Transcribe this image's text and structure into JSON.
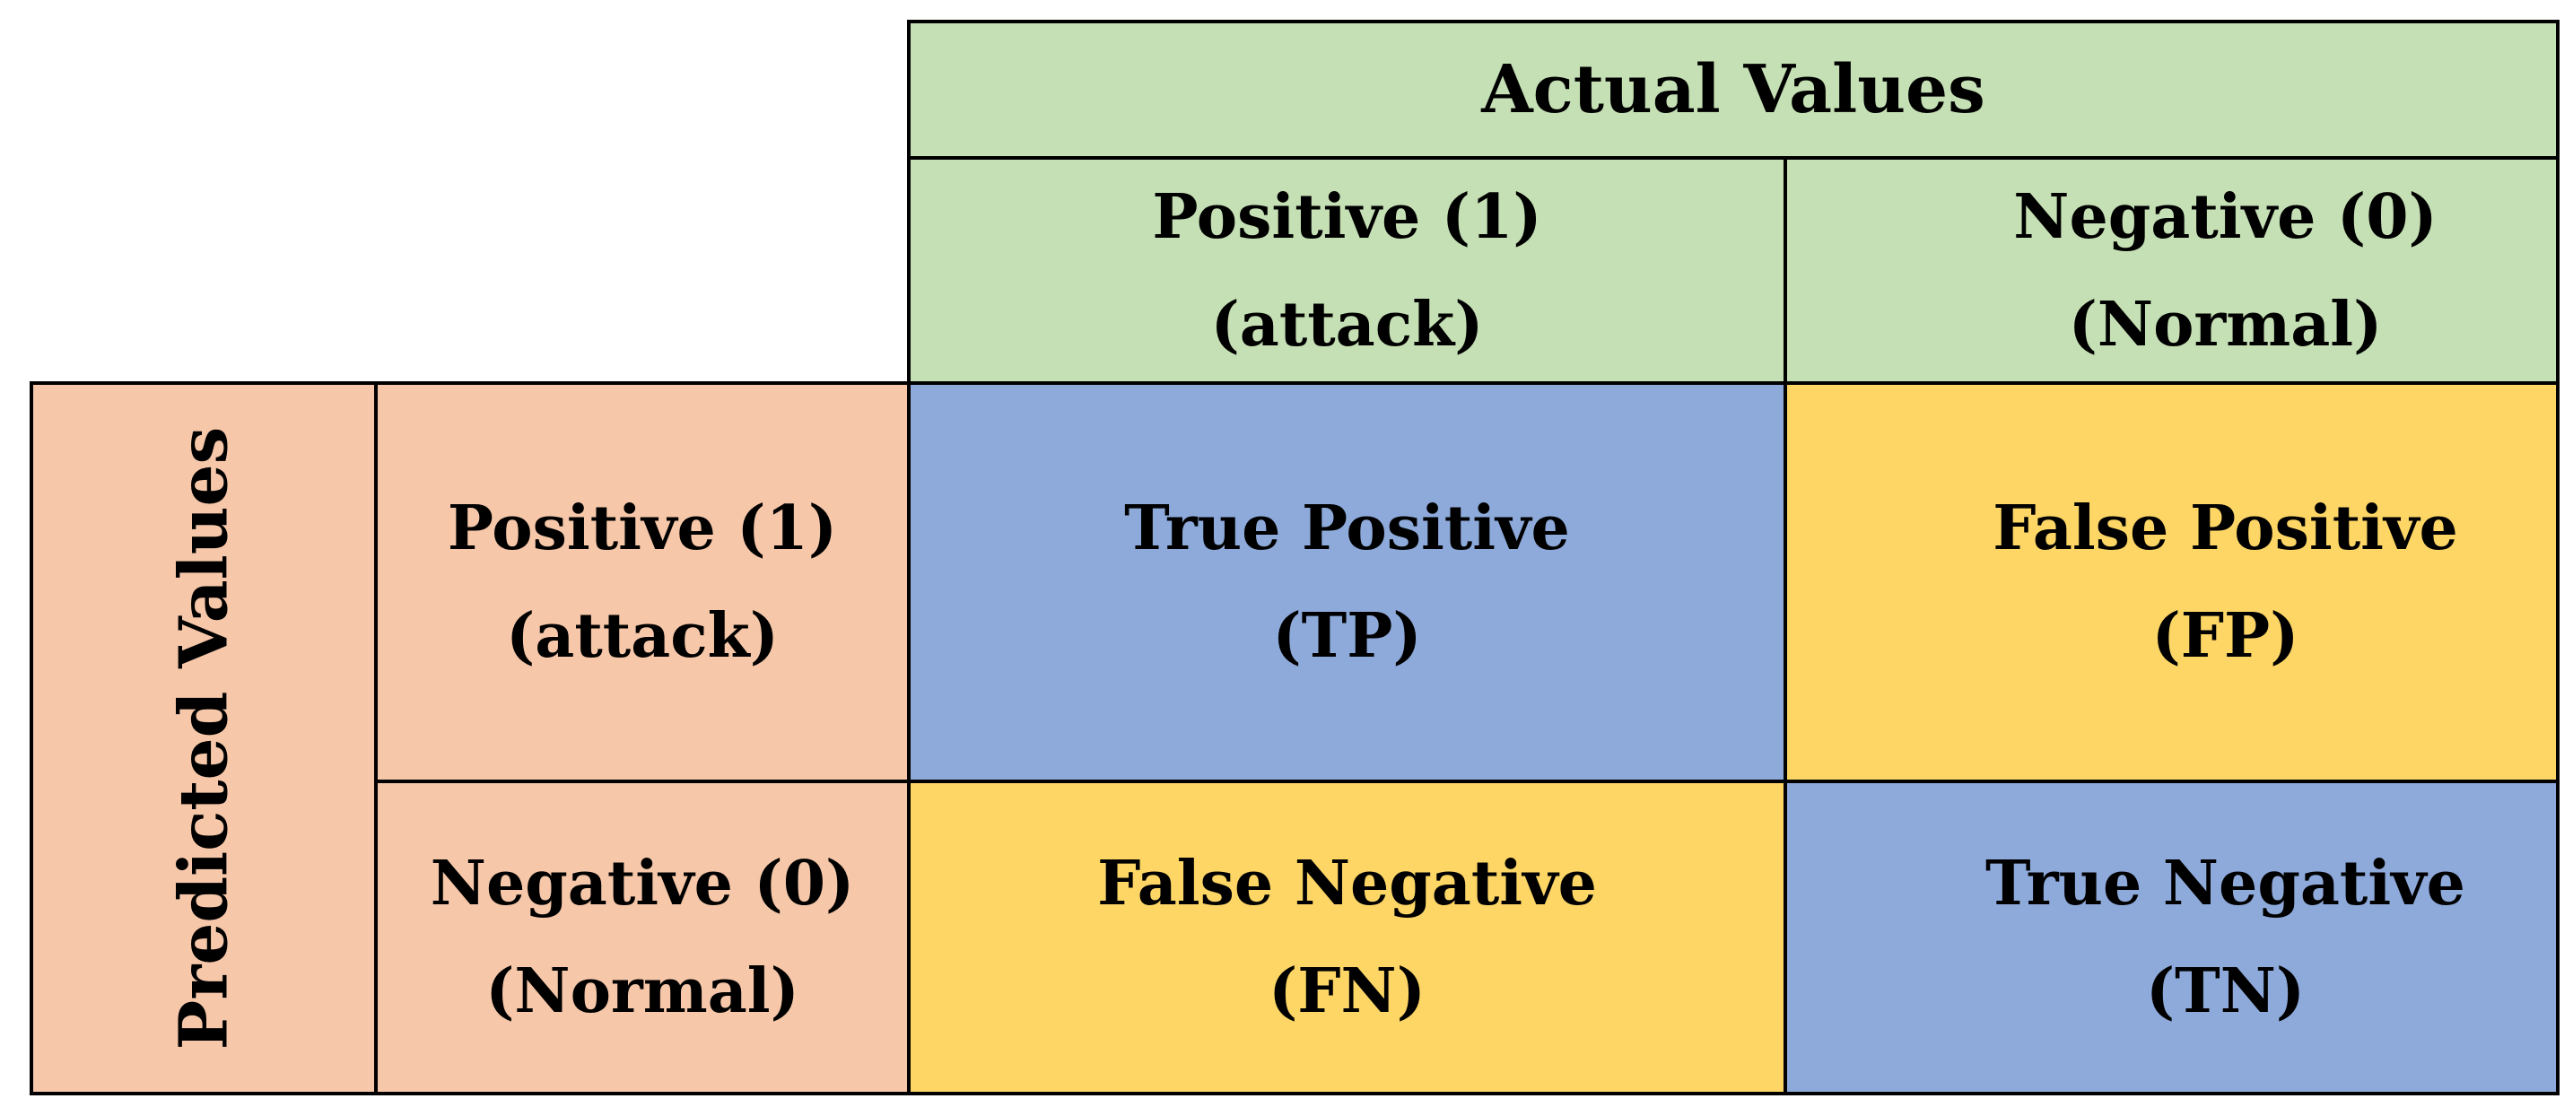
{
  "matrix": {
    "actual_label": "Actual Values",
    "predicted_label": "Predicted Values",
    "columns": [
      {
        "line1": "Positive (1)",
        "line2": "(attack)"
      },
      {
        "line1": "Negative (0)",
        "line2": "(Normal)"
      }
    ],
    "rows": [
      {
        "line1": "Positive (1)",
        "line2": "(attack)"
      },
      {
        "line1": "Negative (0)",
        "line2": "(Normal)"
      }
    ],
    "cells": {
      "tp": {
        "line1": "True Positive",
        "line2": "(TP)"
      },
      "fp": {
        "line1": "False Positive",
        "line2": "(FP)"
      },
      "fn": {
        "line1": "False Negative",
        "line2": "(FN)"
      },
      "tn": {
        "line1": "True Negative",
        "line2": "(TN)"
      }
    },
    "colors": {
      "actual_header": "#c5e0b4",
      "predicted_header": "#f6c7a9",
      "true_cells": "#8eaadb",
      "false_cells": "#fdd666",
      "border": "#000000"
    }
  }
}
